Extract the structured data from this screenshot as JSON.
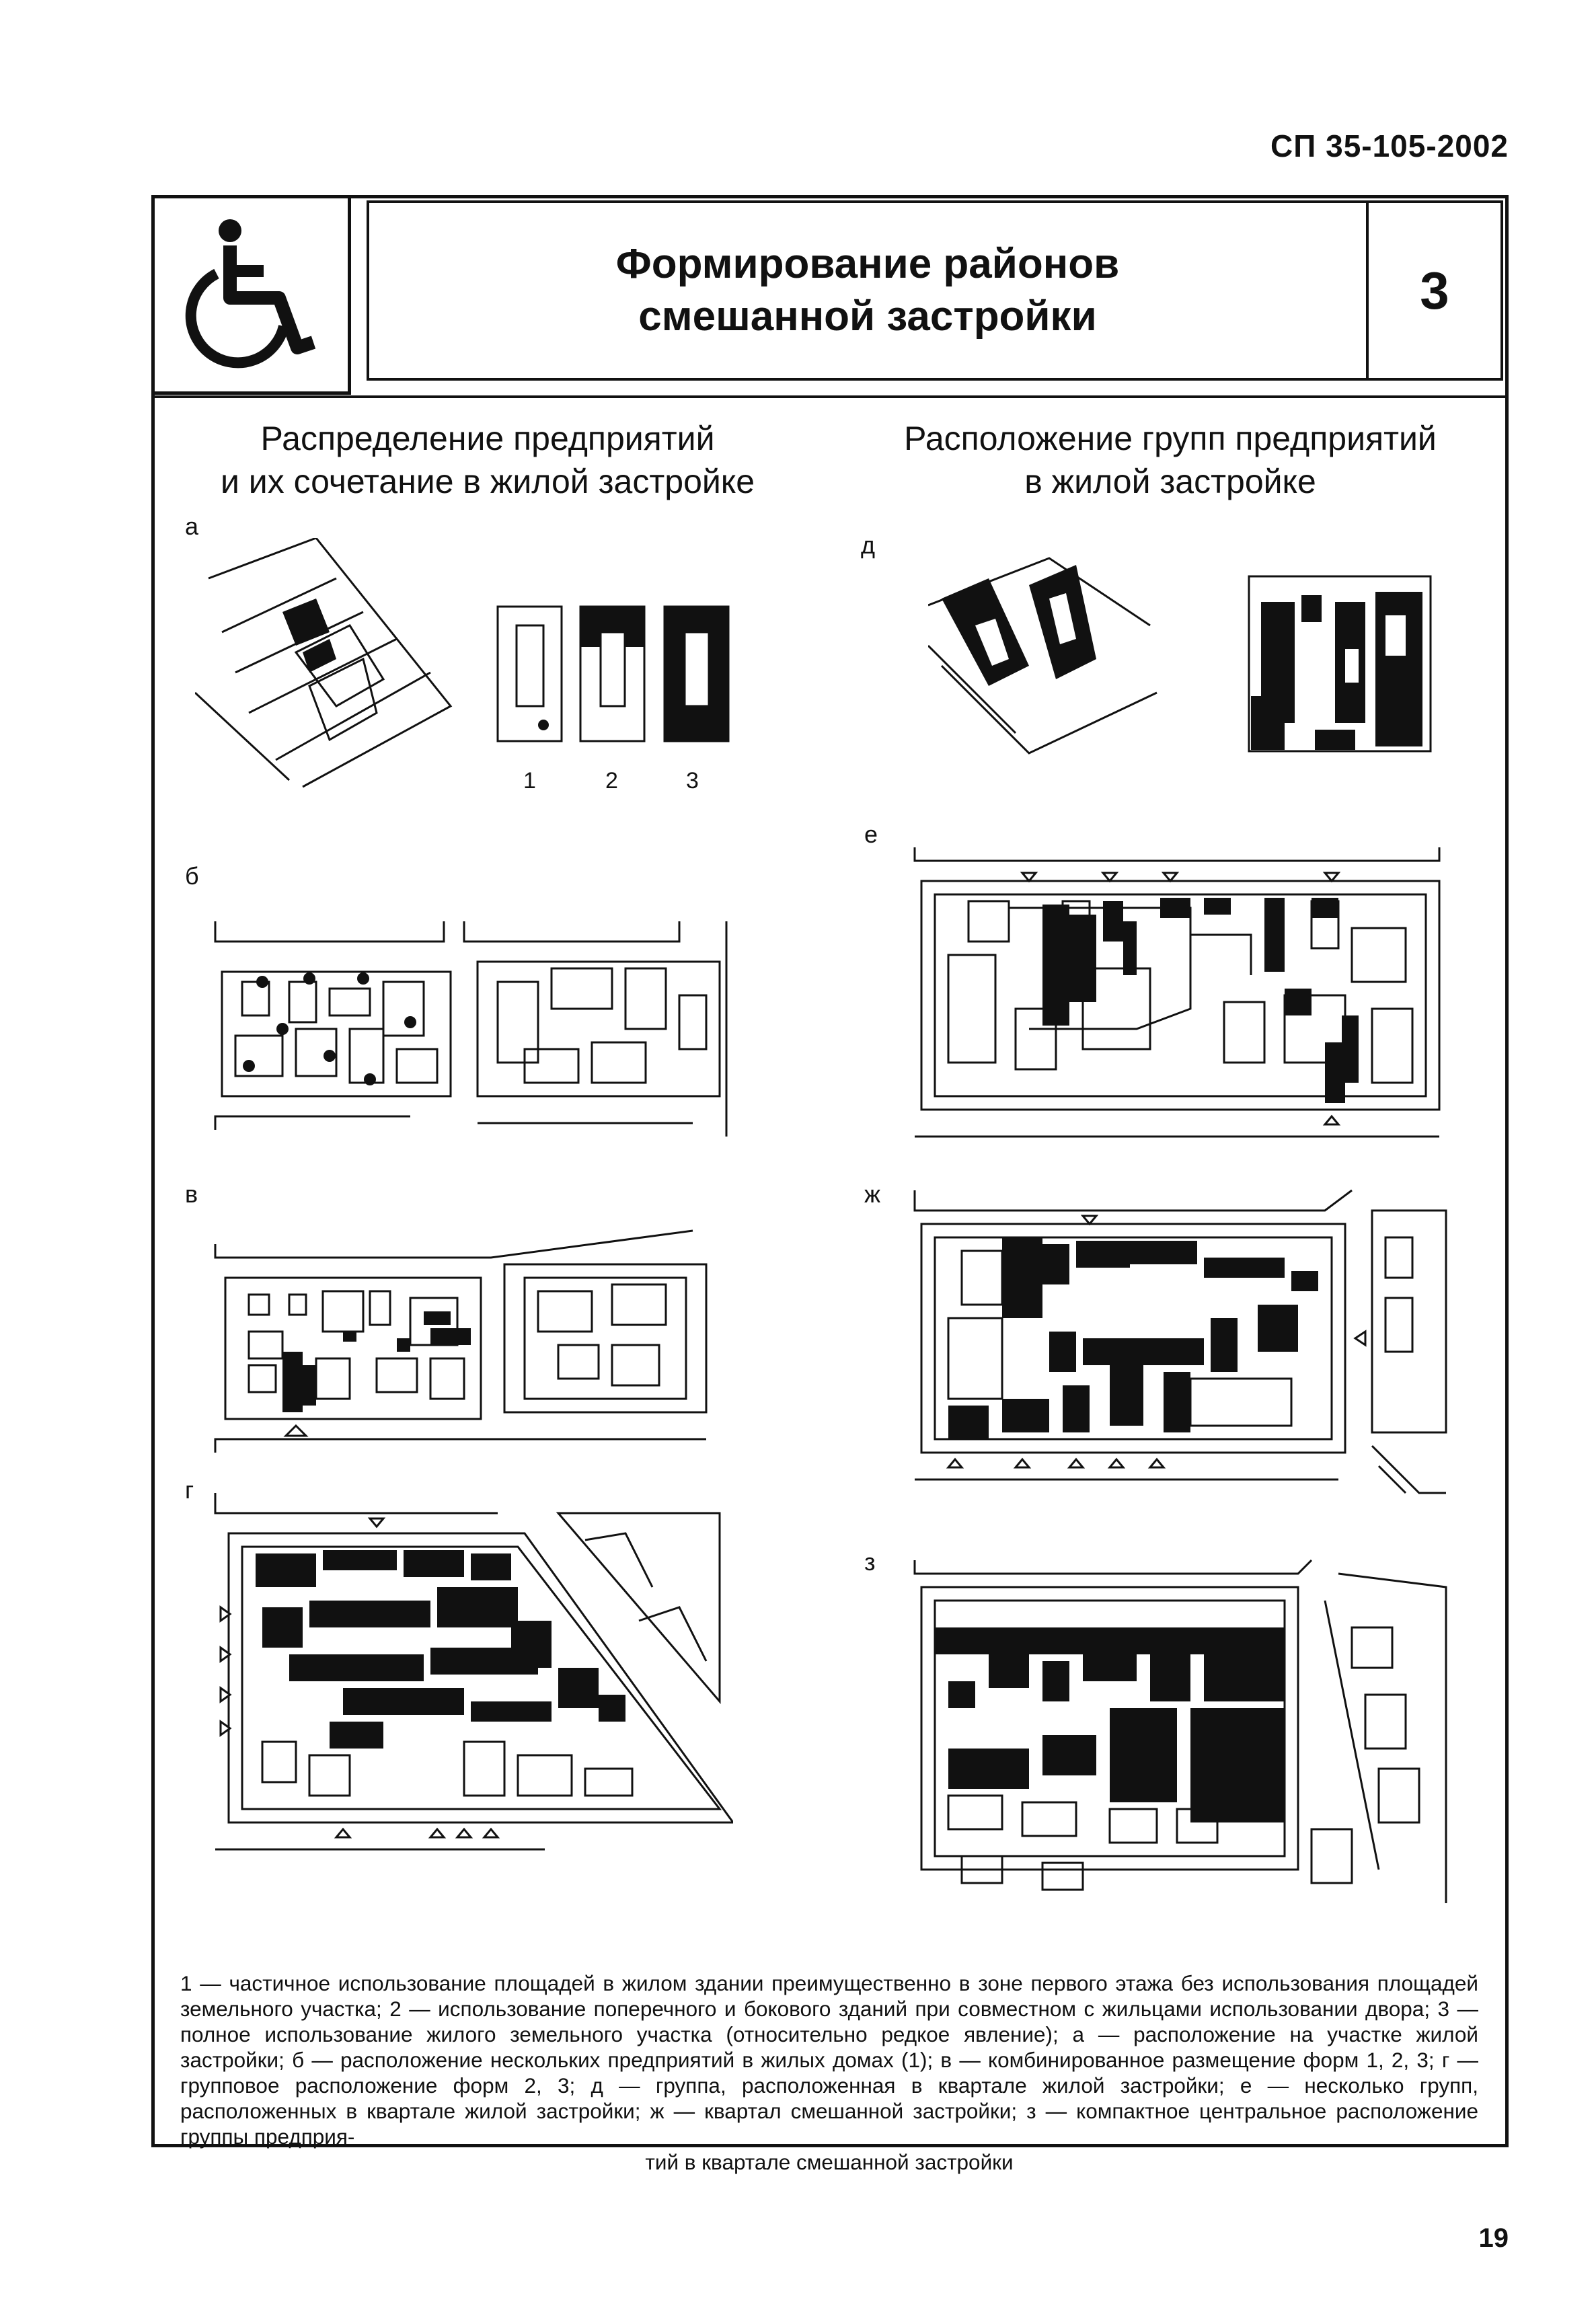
{
  "header": {
    "doc_code": "СП 35-105-2002",
    "title": "Формирование районов\nсмешанной застройки",
    "section_number": "3",
    "icon": "wheelchair-icon"
  },
  "columns": {
    "left_heading": "Распределение предприятий\nи их сочетание в жилой застройке",
    "right_heading": "Расположение групп предприятий\nв жилой застройке"
  },
  "figures": {
    "a": "а",
    "b": "б",
    "v": "в",
    "g": "г",
    "d": "д",
    "e": "е",
    "zh": "ж",
    "z": "з",
    "form_numbers": [
      "1",
      "2",
      "3"
    ]
  },
  "caption": {
    "body": "1 — частичное использование площадей в жилом здании преимущественно в зоне первого этажа без использования площадей земельного участка; 2 — использование поперечного и бокового зданий при совместном с жильцами использовании двора; 3 — полное использование жилого земельного участка (относительно редкое явление); а — расположение на участке жилой застройки; б — расположение нескольких предприятий в жилых домах (1); в — комбинированное размещение форм 1, 2, 3; г — групповое расположение форм 2, 3; д — группа, расположенная в квартале жилой застройки; е — несколько групп, расположенных в квартале жилой застройки; ж — квартал смешанной застройки; з — компактное центральное расположение группы предприя-",
    "last_line": "тий в квартале смешанной застройки"
  },
  "page_number": "19"
}
